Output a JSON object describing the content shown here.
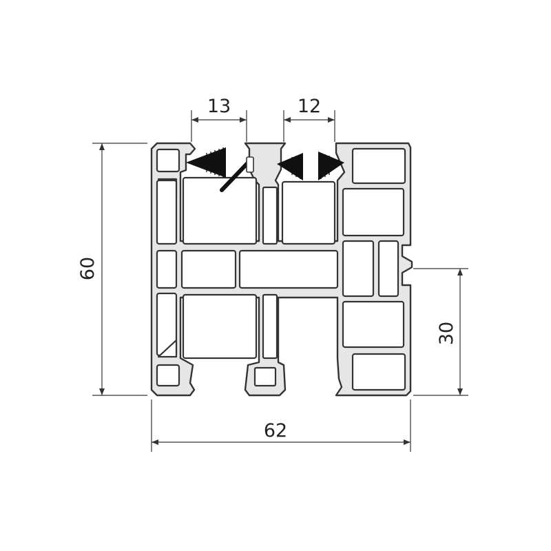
{
  "dimensions": {
    "top_left_width": "13",
    "top_right_width": "12",
    "overall_height": "60",
    "overall_width": "62",
    "partial_height": "30"
  },
  "colors": {
    "profile_fill": "#e6e6e6",
    "outline": "#333333",
    "chamber_fill": "#ffffff",
    "gasket": "#111111"
  }
}
